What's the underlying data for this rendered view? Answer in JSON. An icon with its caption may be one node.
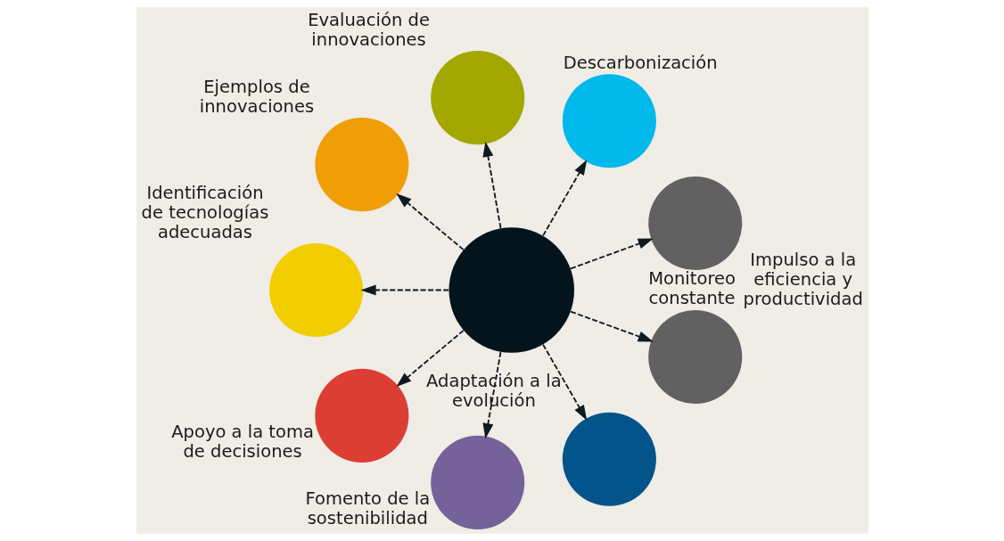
{
  "diagram": {
    "nodes": [
      {
        "text": [],
        "shape": "circle",
        "beside": [
          "Monitoreo constante"
        ]
      },
      {
        "text": [],
        "shape": "circle",
        "beside": [
          "Descarbonización"
        ]
      },
      {
        "text": [],
        "shape": "circle",
        "beside": [
          "Evaluación de innovaciones"
        ]
      },
      {
        "text": [],
        "shape": "circle",
        "beside": [
          "Ejemplos de innovaciones"
        ]
      },
      {
        "text": [],
        "shape": "circle"
      },
      {
        "text": [],
        "shape": "circle",
        "beside": [
          "Identificación de tecnologías adecuadas"
        ]
      },
      {
        "text": [],
        "shape": "circle",
        "beside": [
          "Apoyo a la toma de decisiones"
        ]
      },
      {
        "text": [],
        "shape": "circle",
        "beside": [
          "Fomento de la sostenibilidad"
        ]
      },
      {
        "text": [],
        "shape": "circle",
        "beside": [
          "Adaptación a la evolución"
        ]
      },
      {
        "text": [],
        "shape": "circle",
        "beside": [
          "Impulso a la eficiencia y productividad"
        ]
      }
    ],
    "edges": [
      {
        "from": 4,
        "to": 6,
        "arrow": "to",
        "style": "dashed"
      },
      {
        "from": 4,
        "to": 3,
        "arrow": "to",
        "style": "dashed"
      },
      {
        "from": 4,
        "to": 1,
        "arrow": "to",
        "style": "dashed"
      },
      {
        "from": 4,
        "to": 0,
        "arrow": "to",
        "style": "dashed"
      },
      {
        "from": 4,
        "to": 2,
        "arrow": "to",
        "style": "dashed"
      },
      {
        "from": 4,
        "to": 5,
        "arrow": "to",
        "style": "dashed"
      },
      {
        "from": 4,
        "to": 7,
        "arrow": "to",
        "style": "dashed"
      },
      {
        "from": 4,
        "to": 9,
        "arrow": "to",
        "style": "dashed"
      },
      {
        "from": 4,
        "to": 8,
        "arrow": "to",
        "style": "dashed"
      }
    ]
  }
}
